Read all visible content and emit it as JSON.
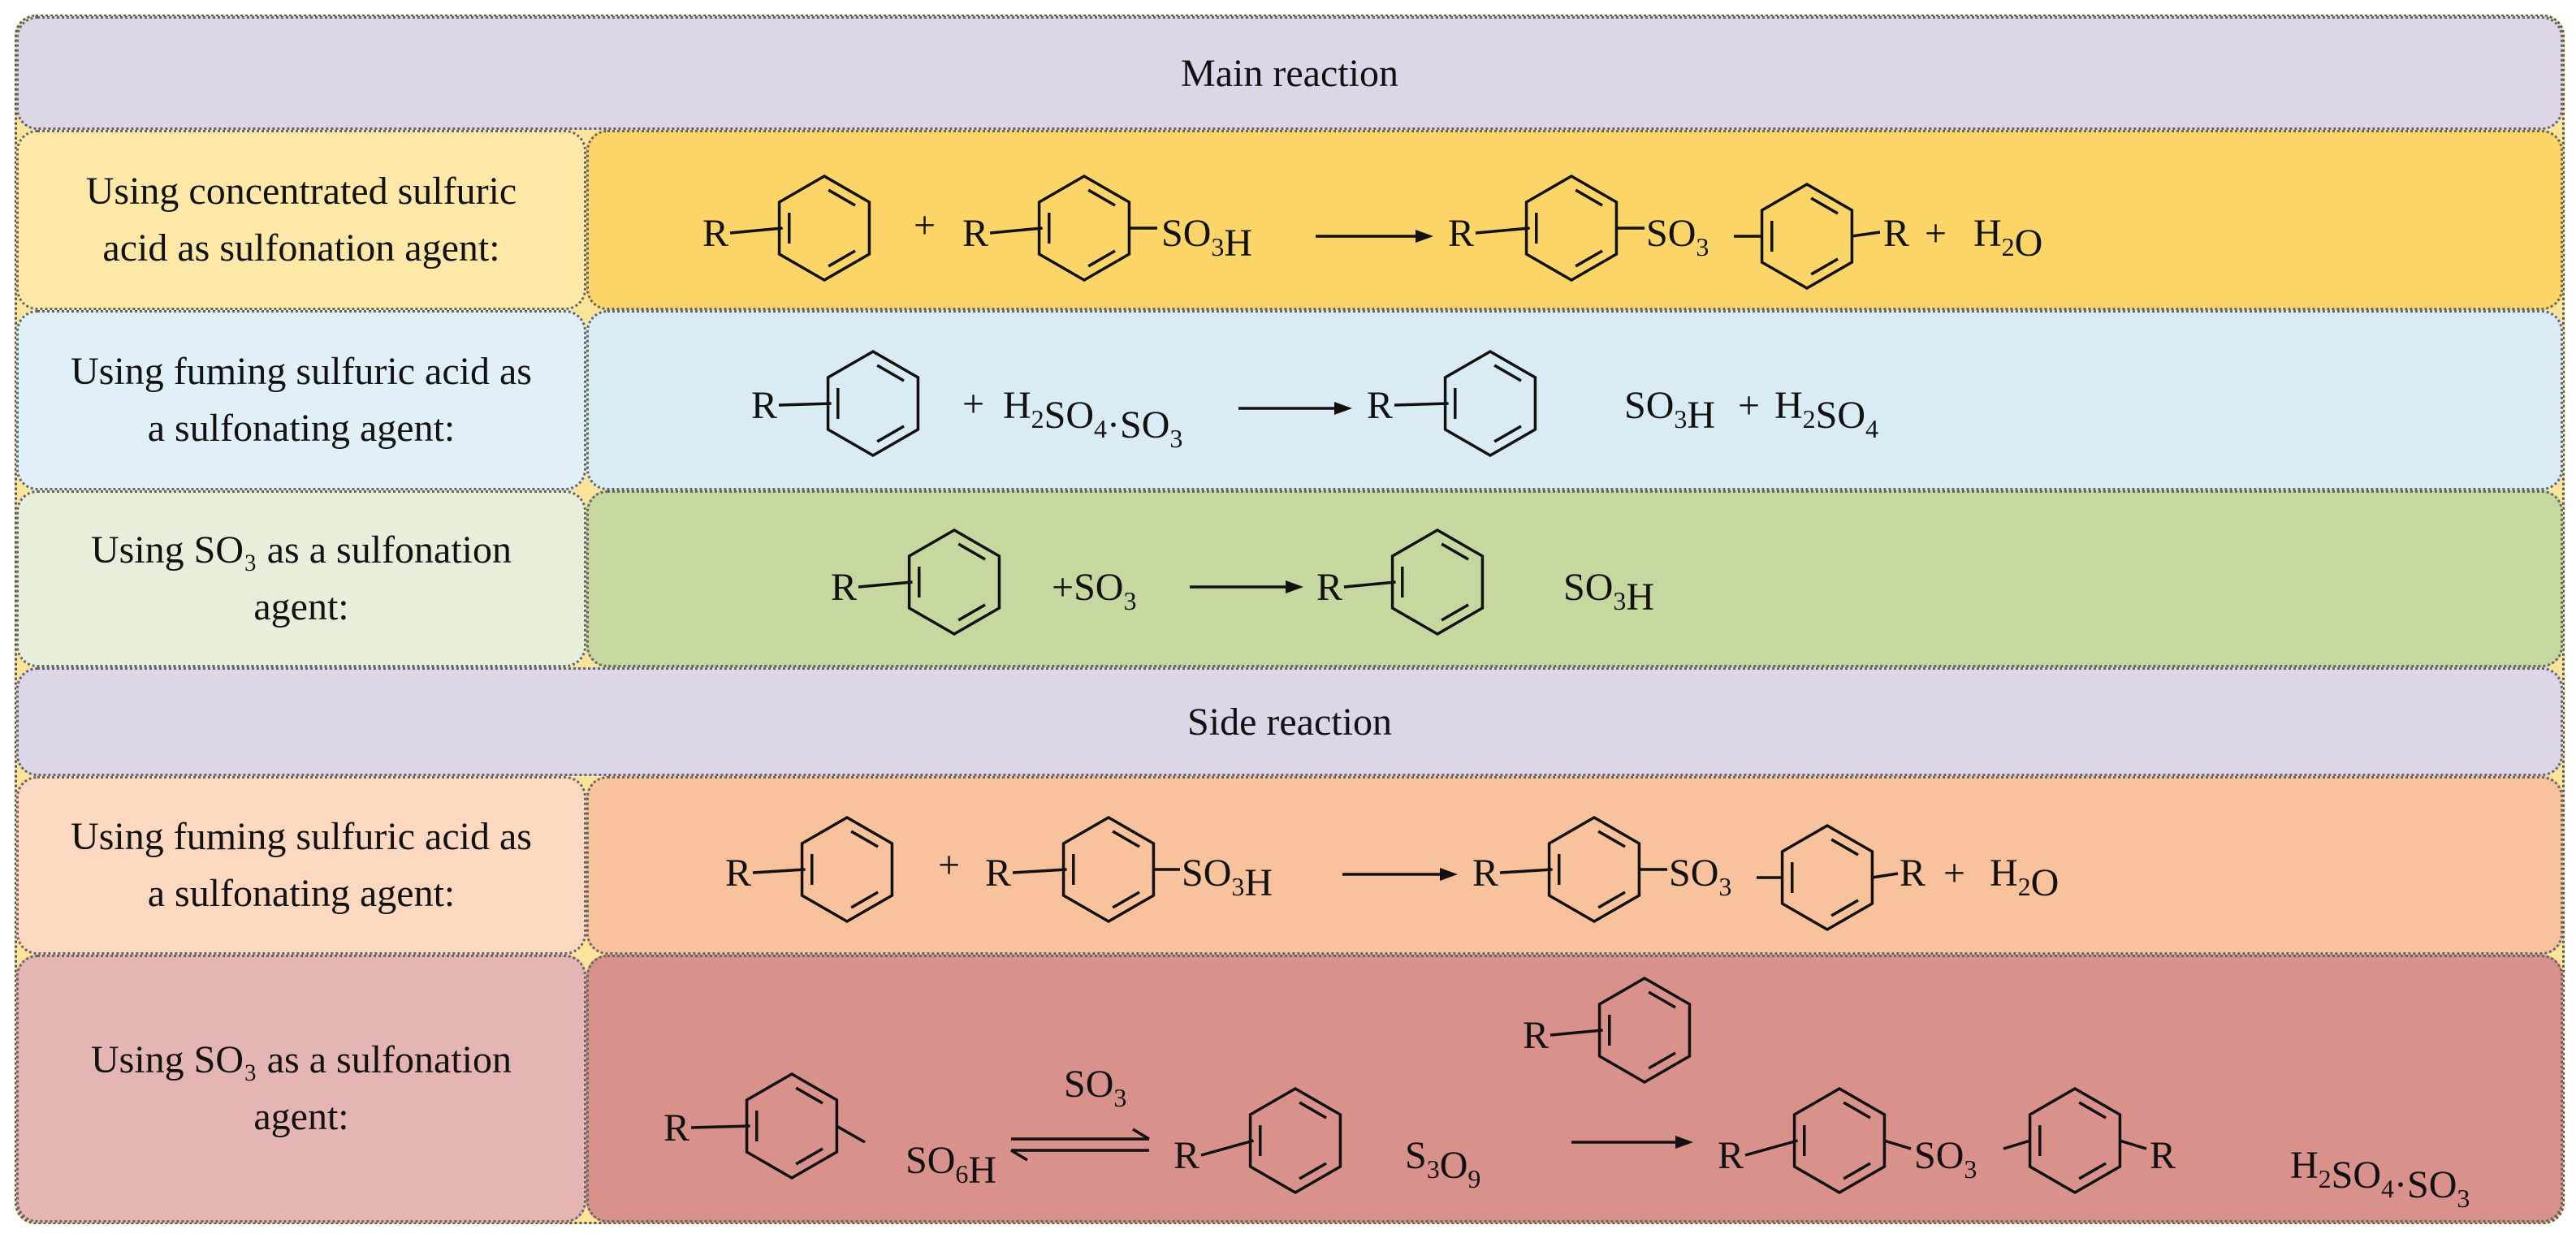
{
  "colors": {
    "header": "#ddd6e6",
    "yellow_label": "#fde8a8",
    "yellow_reaction": "#fbd567",
    "blue_label": "#e1eff6",
    "blue_reaction": "#d9ecf4",
    "green_label": "#e7efda",
    "green_reaction": "#c6d8a0",
    "orange_label": "#fbd8bf",
    "orange_reaction": "#f8c39c",
    "red_label": "#e4b5b2",
    "red_reaction": "#d9918c",
    "frame": "#fbe39a"
  },
  "headers": {
    "main": "Main reaction",
    "side": "Side reaction"
  },
  "labels": {
    "conc_sulfuric": [
      "Using concentrated sulfuric",
      "acid as sulfonation agent:"
    ],
    "fuming_main": [
      "Using fuming sulfuric acid as",
      "a sulfonating agent:"
    ],
    "so3_main": [
      "Using SO₃ as a sulfonation",
      "agent:"
    ],
    "fuming_side": [
      "Using fuming sulfuric acid as",
      "a sulfonating agent:"
    ],
    "so3_side": [
      "Using SO₃ as a sulfonation",
      "agent:"
    ]
  },
  "chem": {
    "R": "R",
    "plus": "+",
    "SO": "SO",
    "H": "H",
    "H2O_H": "H",
    "H2O_O": "O",
    "two": "2",
    "three": "3",
    "four": "4",
    "six": "6",
    "nine": "9",
    "S": "S",
    "O": "O",
    "dot": "·",
    "plus_SO": "+SO"
  }
}
